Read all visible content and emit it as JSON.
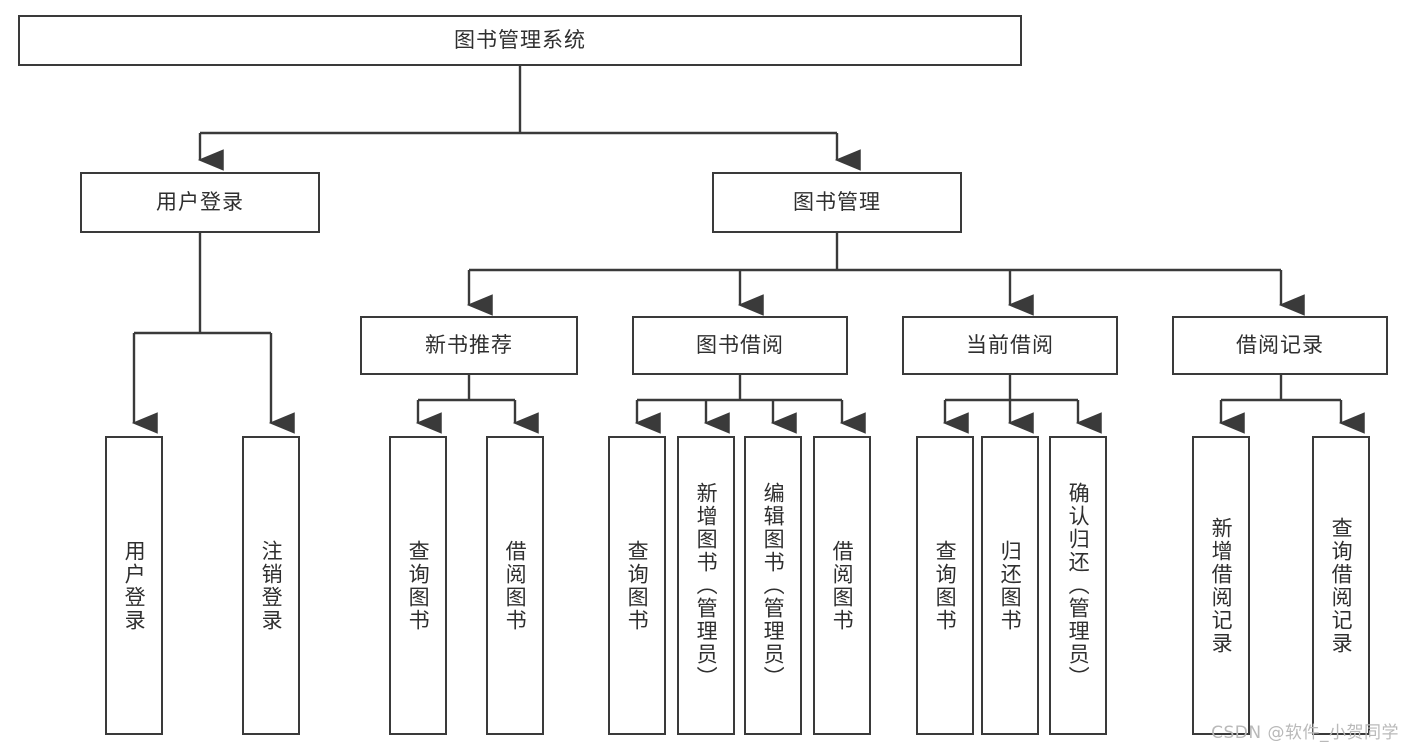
{
  "diagram": {
    "title": "图书管理系统",
    "type": "tree-hierarchy-chart",
    "watermark": "CSDN @软件_小贺同学",
    "colors": {
      "box_border": "#3a3a3a",
      "box_fill": "#ffffff",
      "connector": "#3a3a3a",
      "text": "#2f2f2f",
      "watermark": "#b9b9b9",
      "background": "#ffffff"
    },
    "root": {
      "label": "图书管理系统"
    },
    "level2": [
      {
        "label": "用户登录"
      },
      {
        "label": "图书管理"
      }
    ],
    "level3": [
      {
        "label": "新书推荐"
      },
      {
        "label": "图书借阅"
      },
      {
        "label": "当前借阅"
      },
      {
        "label": "借阅记录"
      }
    ],
    "leaves": {
      "user_login": [
        {
          "label": "用户登录"
        },
        {
          "label": "注销登录"
        }
      ],
      "new_book_recommend": [
        {
          "label": "查询图书"
        },
        {
          "label": "借阅图书"
        }
      ],
      "book_borrow": [
        {
          "label": "查询图书"
        },
        {
          "label": "新增图书（管理员）"
        },
        {
          "label": "编辑图书（管理员）"
        },
        {
          "label": "借阅图书"
        }
      ],
      "current_borrow": [
        {
          "label": "查询图书"
        },
        {
          "label": "归还图书"
        },
        {
          "label": "确认归还（管理员）"
        }
      ],
      "borrow_record": [
        {
          "label": "新增借阅记录"
        },
        {
          "label": "查询借阅记录"
        }
      ]
    }
  }
}
